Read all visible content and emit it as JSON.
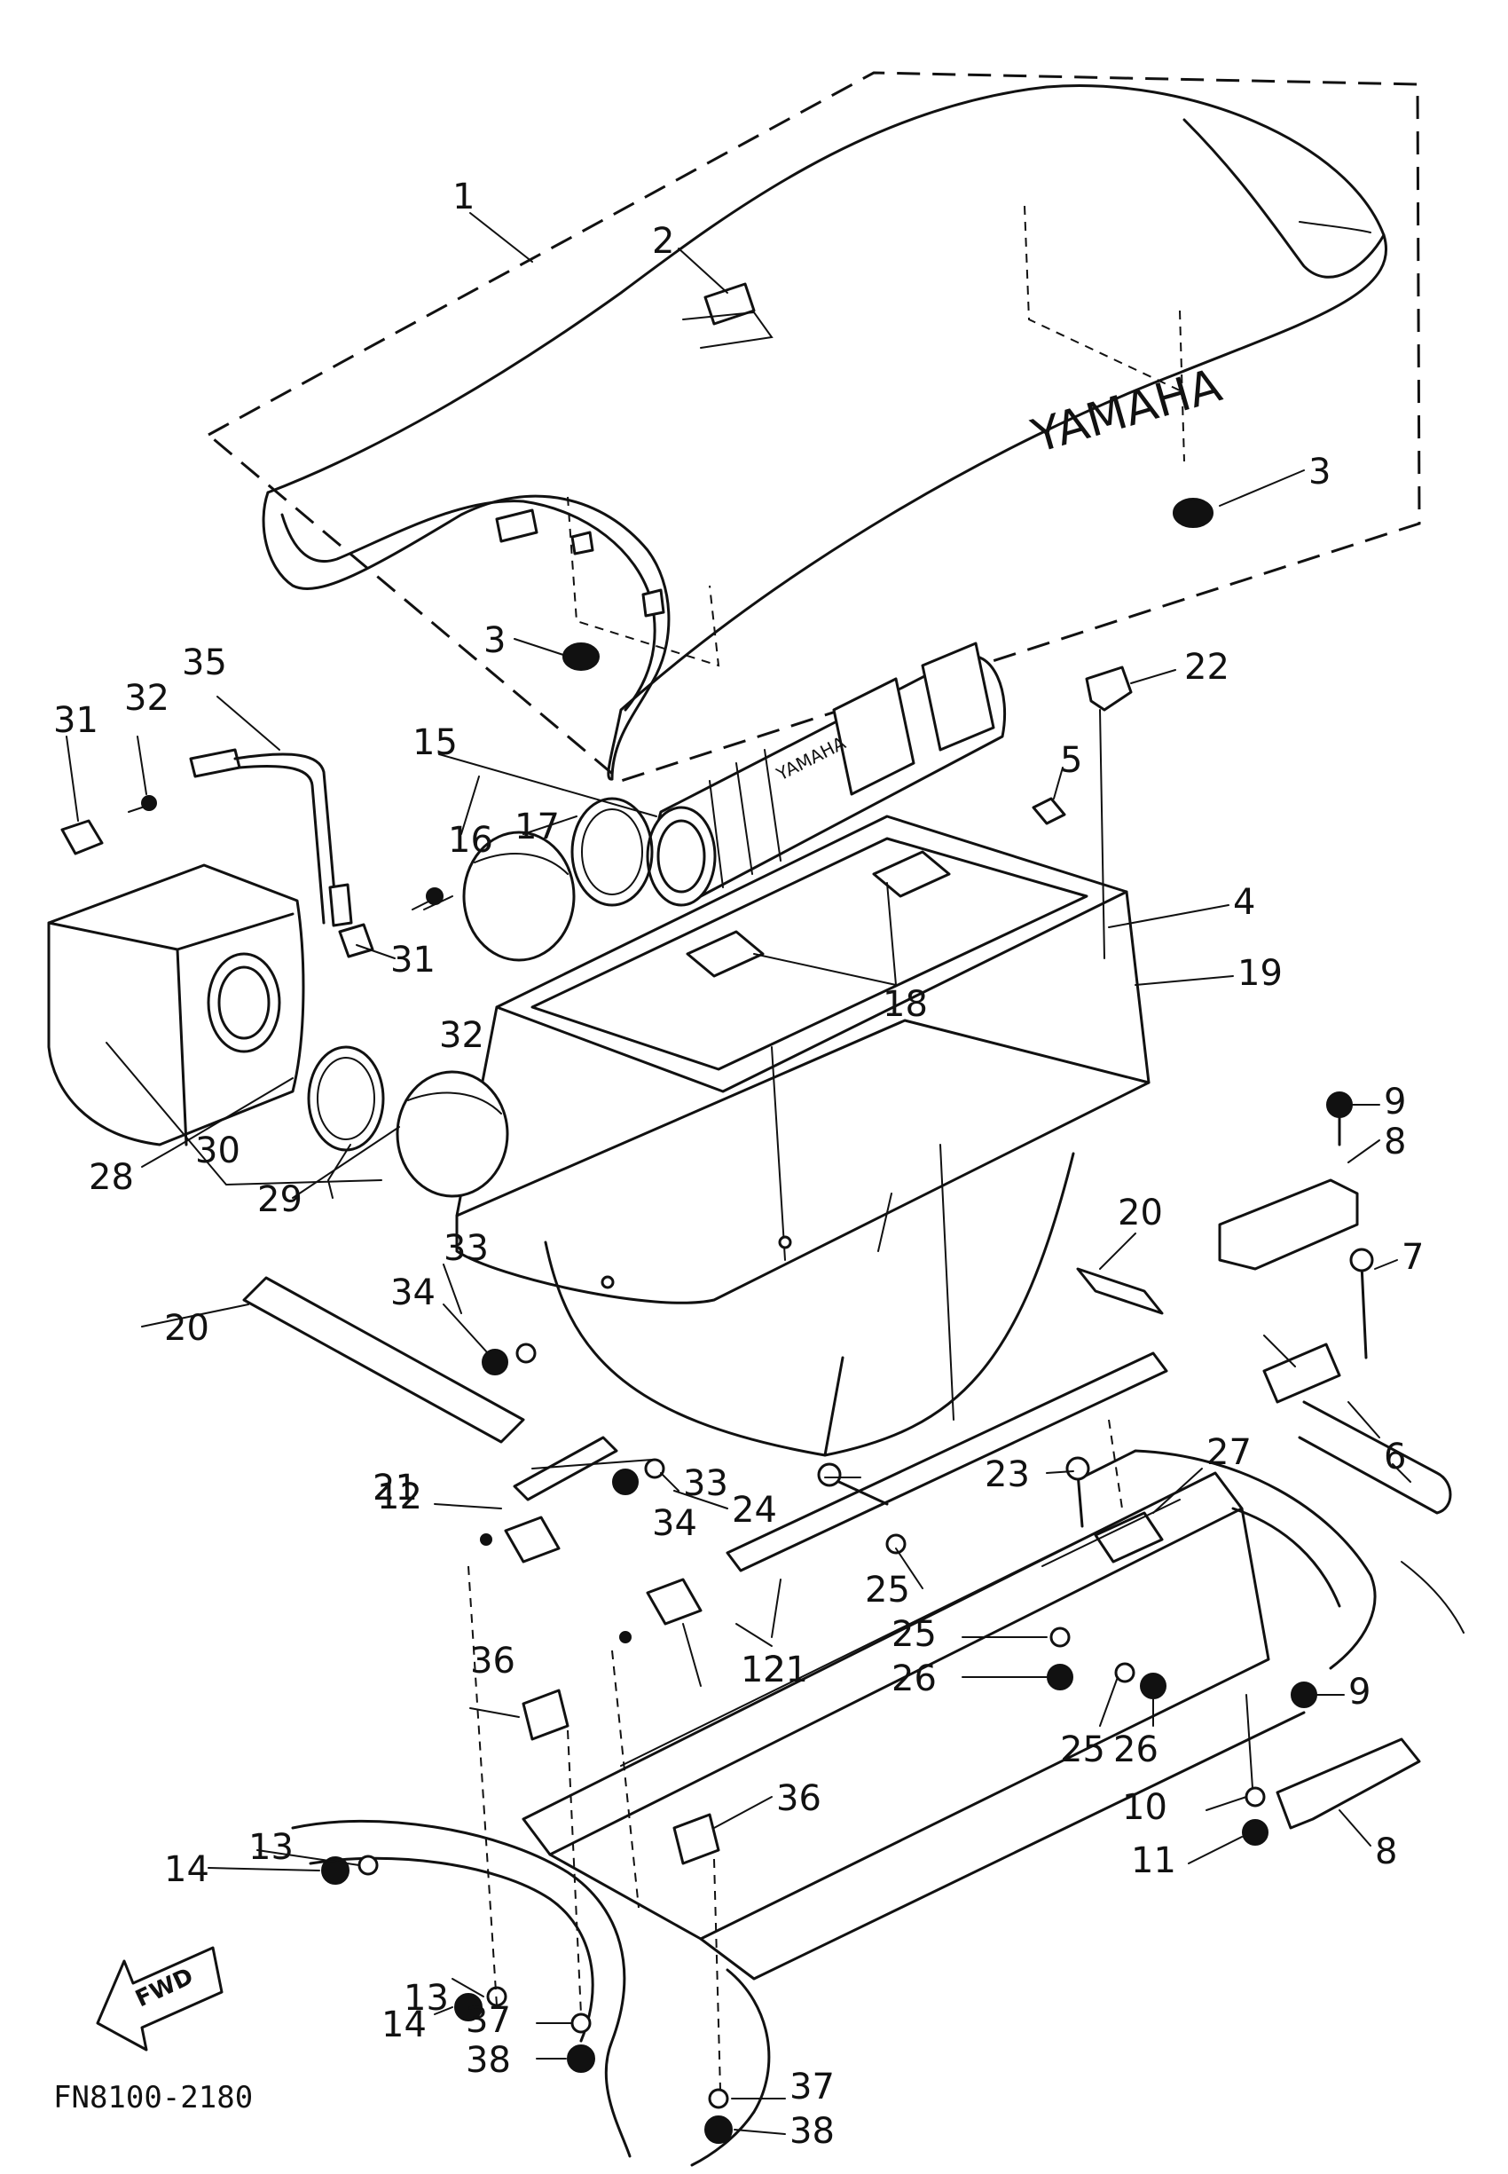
{
  "diagram": {
    "brand_text": "YAMAHA",
    "direction_label": "FWD",
    "drawing_code": "FN8100-2180",
    "ink_color": "#111111",
    "background_color": "#ffffff",
    "callouts": [
      "1",
      "2",
      "3",
      "3",
      "4",
      "5",
      "6",
      "7",
      "8",
      "8",
      "9",
      "9",
      "10",
      "11",
      "12",
      "12",
      "13",
      "13",
      "14",
      "14",
      "15",
      "16",
      "17",
      "18",
      "19",
      "20",
      "20",
      "21",
      "21",
      "22",
      "23",
      "24",
      "25",
      "25",
      "25",
      "26",
      "26",
      "27",
      "28",
      "29",
      "30",
      "31",
      "31",
      "32",
      "32",
      "33",
      "33",
      "34",
      "34",
      "35",
      "36",
      "36",
      "37",
      "37",
      "38",
      "38"
    ]
  }
}
